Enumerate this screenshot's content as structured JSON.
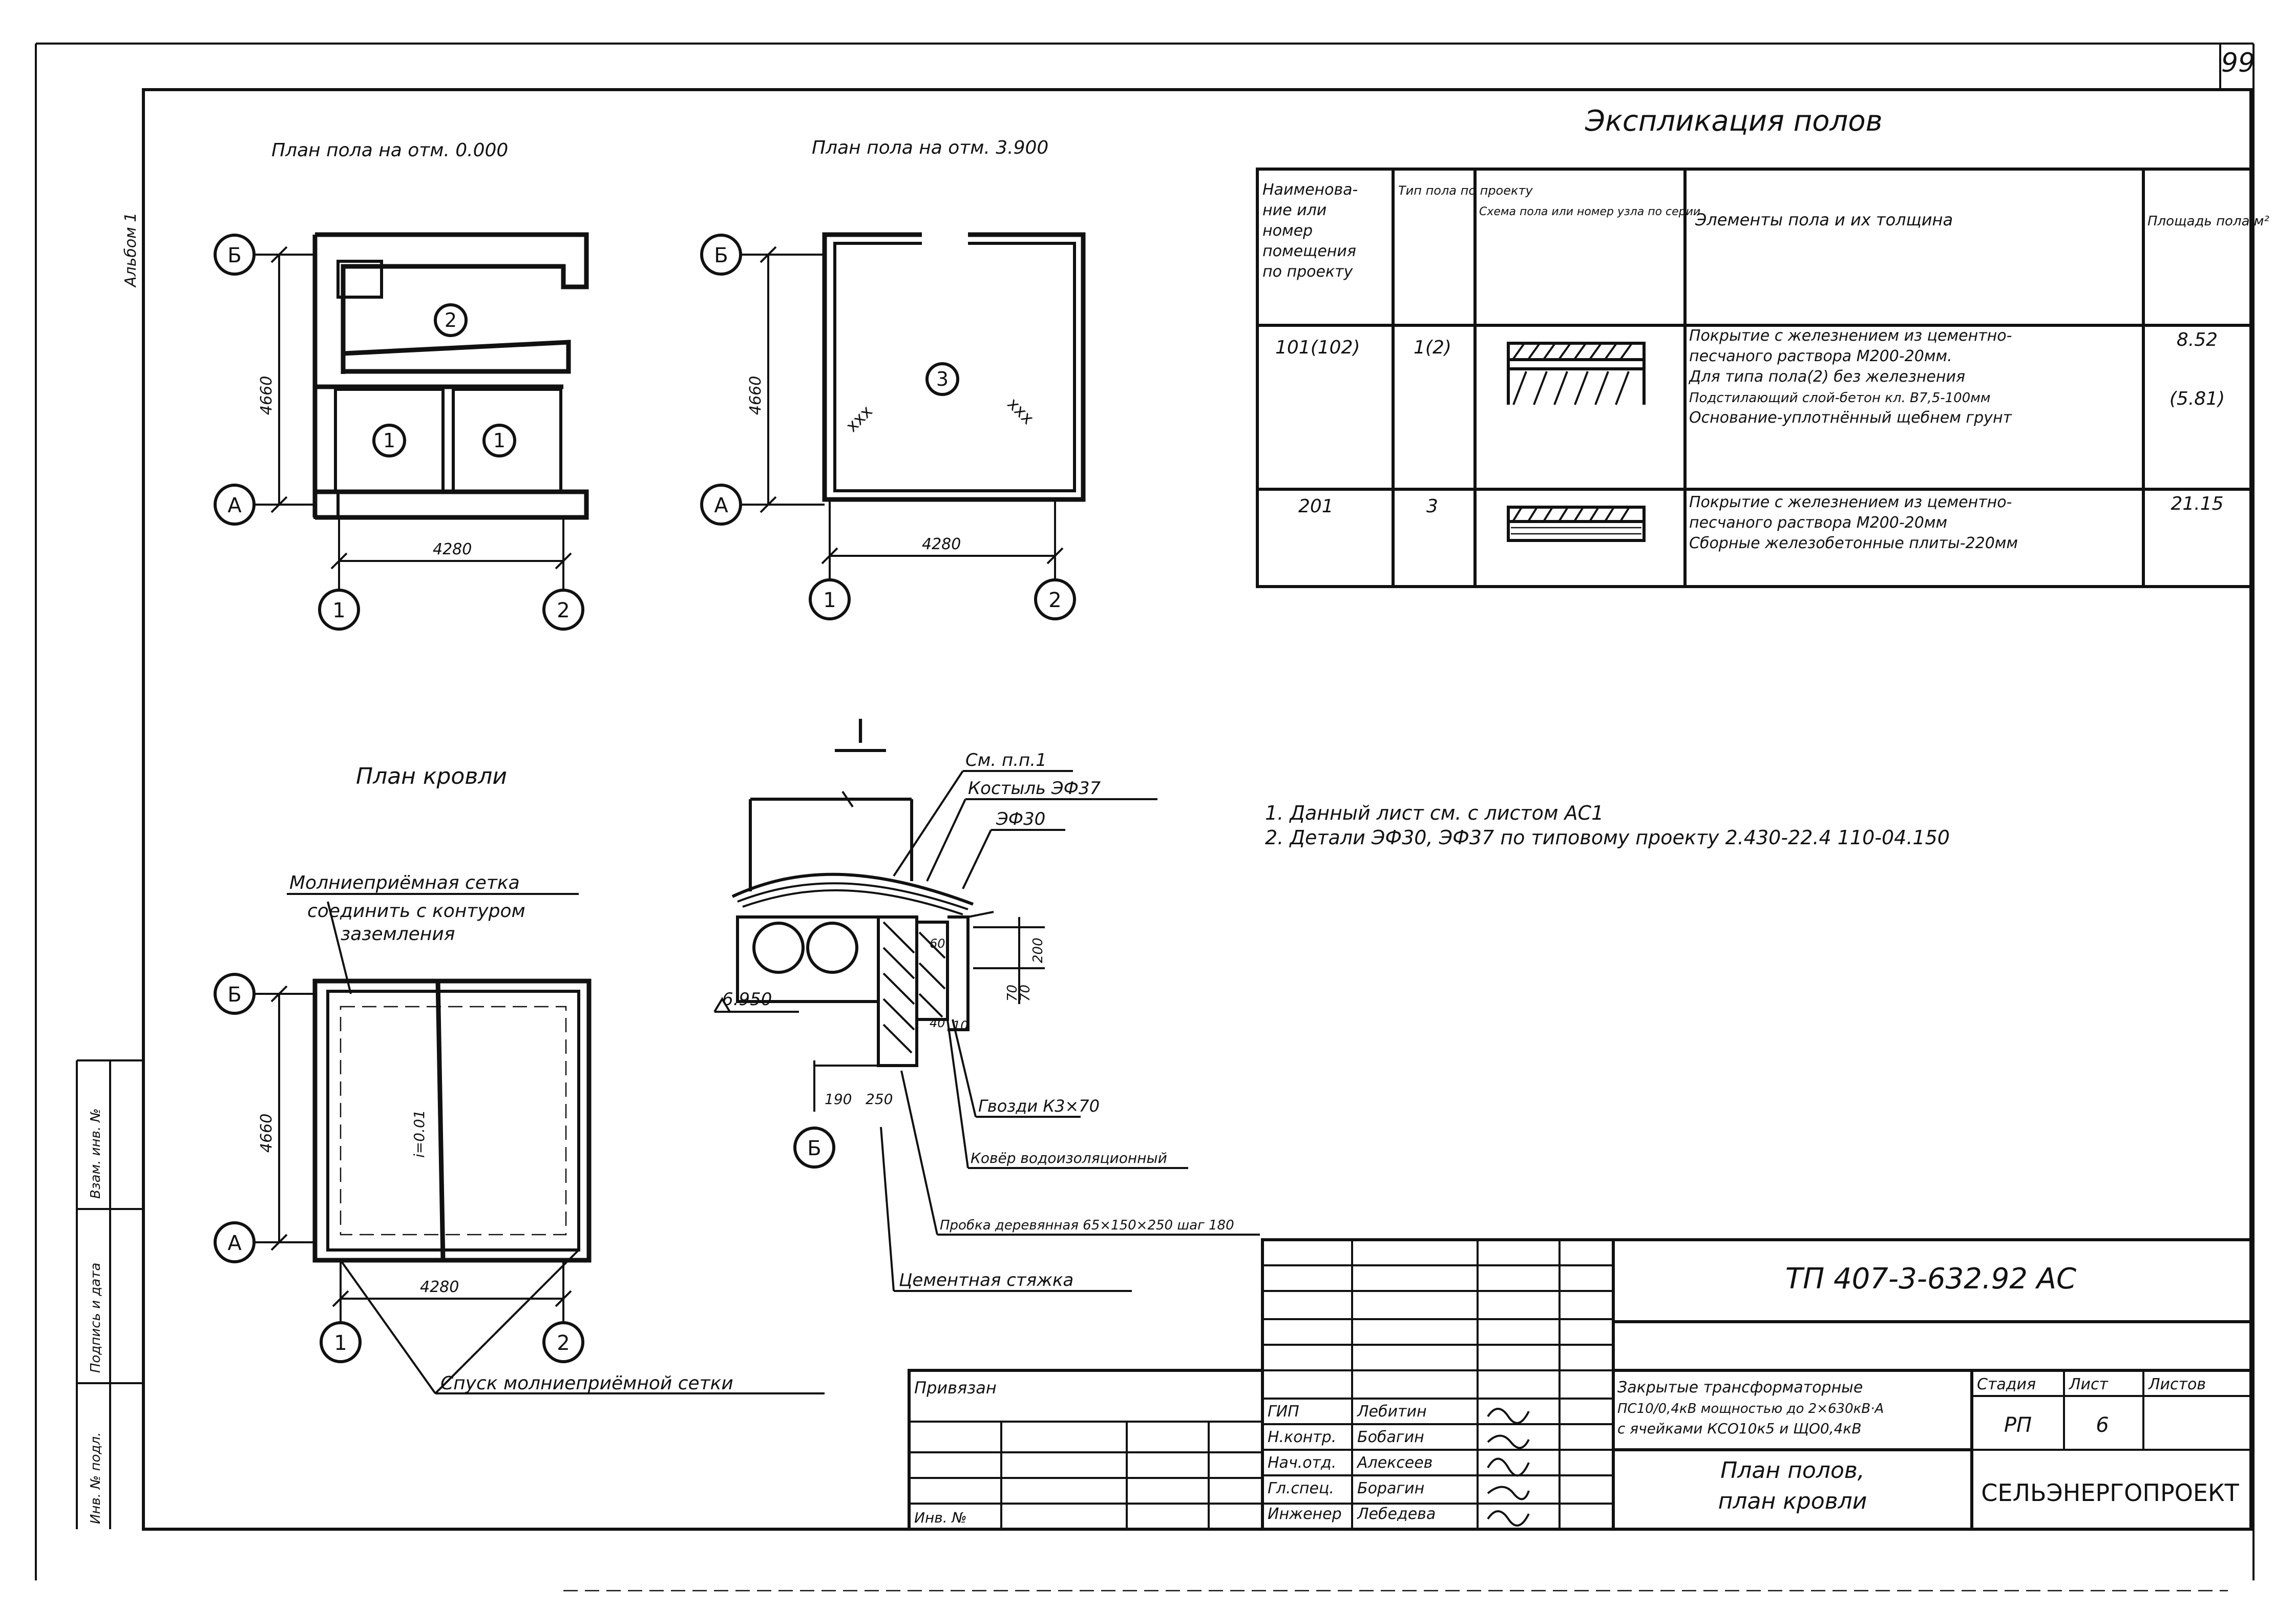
{
  "sheet": {
    "number": "99",
    "side_label": "Альбом 1",
    "stamp_labels": [
      "Взам. инв. №",
      "Подпись и дата",
      "Инв. № подл."
    ]
  },
  "plan_ground": {
    "title": "План пола на отм. 0.000",
    "axis_rows": [
      "Б",
      "А"
    ],
    "axis_cols": [
      "1",
      "2"
    ],
    "dim_vertical": "4660",
    "dim_horizontal": "4280",
    "room_marks": [
      "2",
      "1",
      "1"
    ]
  },
  "plan_upper": {
    "title": "План пола на отм. 3.900",
    "axis_rows": [
      "Б",
      "А"
    ],
    "axis_cols": [
      "1",
      "2"
    ],
    "dim_vertical": "4660",
    "dim_horizontal": "4280",
    "room_marks": [
      "3"
    ],
    "hatch_marks": [
      "ххх",
      "ххх"
    ]
  },
  "plan_roof": {
    "title": "План кровли",
    "axis_rows": [
      "Б",
      "А"
    ],
    "axis_cols": [
      "1",
      "2"
    ],
    "dim_vertical": "4660",
    "dim_horizontal": "4280",
    "slope": "i=0.01",
    "callouts": [
      "Молниеприёмная сетка",
      "соединить с контуром",
      "заземления",
      "Спуск молниеприёмной сетки"
    ]
  },
  "detail": {
    "mark": "I",
    "axis": "Б",
    "elevation": "6.950",
    "dims": [
      "190",
      "250",
      "200",
      "70",
      "70",
      "60",
      "40",
      "10"
    ],
    "callouts": [
      "См. п.п.1",
      "Костыль ЭФ37",
      "ЭФ30",
      "Гвозди К3×70",
      "Ковёр водоизоляционный",
      "Пробка деревянная 65×150×250 шаг 180",
      "Цементная стяжка"
    ]
  },
  "explication": {
    "title": "Экспликация полов",
    "headers": [
      "Наименование или номер помещения по проекту",
      "Тип пола по проекту",
      "Схема пола или номер узла по серии",
      "Элементы пола и их толщина",
      "Площадь пола м²"
    ],
    "rows": [
      {
        "room": "101(102)",
        "type": "1(2)",
        "elements": [
          "Покрытие с железнением из цементно-",
          "песчаного раствора М200-20мм.",
          "Для типа пола(2) без железнения",
          "Подстилающий слой-бетон кл. В7,5-100мм",
          "Основание-уплотнённый щебнем грунт"
        ],
        "area": [
          "8.52",
          "(5.81)"
        ]
      },
      {
        "room": "201",
        "type": "3",
        "elements": [
          "Покрытие с железнением из цементно-",
          "песчаного раствора М200-20мм",
          "Сборные железобетонные плиты-220мм"
        ],
        "area": [
          "21.15"
        ]
      }
    ]
  },
  "notes": [
    "1. Данный лист см. с листом АС1",
    "2. Детали ЭФ30, ЭФ37 по типовому проекту 2.430-22.4 110-04.150"
  ],
  "title_block": {
    "doc_code": "ТП 407-3-632.92 АС",
    "description": [
      "Закрытые трансформаторные",
      "ПС10/0,4кВ мощностью до 2×630кВ·А",
      "с ячейками КСО10к5 и ЩО0,4кВ"
    ],
    "sheet_title": [
      "План полов,",
      "план кровли"
    ],
    "stage_label": "Стадия",
    "sheet_label": "Лист",
    "sheets_label": "Листов",
    "stage": "РП",
    "sheet": "6",
    "org": "СЕЛЬЭНЕРГОПРОЕКТ",
    "roles": [
      "ГИП",
      "Н.контр.",
      "Нач.отд.",
      "Гл.спец.",
      "Инженер"
    ],
    "names": [
      "Лебитин",
      "Бобагин",
      "Алексеев",
      "Борагин",
      "Лебедева"
    ],
    "tied": "Привязан",
    "inv": "Инв. №"
  }
}
